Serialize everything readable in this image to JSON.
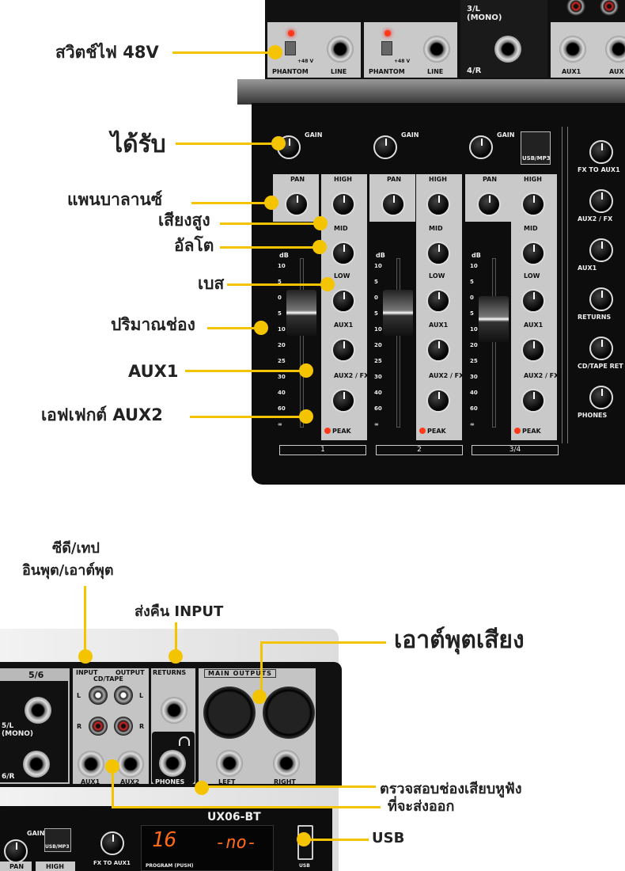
{
  "top_callouts": [
    {
      "id": "phantom",
      "text": "สวิตช์ไฟ 48V"
    },
    {
      "id": "gain",
      "text": "ได้รับ"
    },
    {
      "id": "pan",
      "text": "แพนบาลานซ์"
    },
    {
      "id": "high",
      "text": "เสียงสูง"
    },
    {
      "id": "mid",
      "text": "อัลโต"
    },
    {
      "id": "low",
      "text": "เบส"
    },
    {
      "id": "volume",
      "text": "ปริมาณช่อง"
    },
    {
      "id": "aux1",
      "text": "AUX1"
    },
    {
      "id": "aux2",
      "text": "เอฟเฟกต์ AUX2"
    }
  ],
  "bottom_callouts": {
    "cdtape_line1": "ซีดี/เทป",
    "cdtape_line2": "อินพุต/เอาต์พุต",
    "returns": "ส่งคืน INPUT",
    "main_out": "เอาต์พุตเสียง",
    "phones_line1": "ตรวจสอบช่องเสียบหูฟัง",
    "phones_line2": "ที่จะส่งออก",
    "usb": "USB"
  },
  "top_mixer": {
    "phantom_label": "PHANTOM",
    "plus48": "+48 V",
    "line": "LINE",
    "mono": "3/L\n(MONO)",
    "r4": "4/R",
    "aux1_jack": "AUX1",
    "aux_cut": "AUX",
    "gain": "GAIN",
    "pan": "PAN",
    "high": "HIGH",
    "mid": "MID",
    "low": "LOW",
    "aux1": "AUX1",
    "aux2fx": "AUX2 / FX",
    "peak": "PEAK",
    "usb_mp3": "USB/MP3",
    "db": "dB",
    "fader_scale": [
      "10",
      "5",
      "0",
      "5",
      "10",
      "20",
      "25",
      "30",
      "40",
      "60",
      "∞"
    ],
    "channels": [
      "1",
      "2",
      "3/4"
    ],
    "right_column": [
      "FX TO AUX1",
      "AUX2 / FX",
      "AUX1",
      "RETURNS",
      "CD/TAPE RET",
      "PHONES"
    ]
  },
  "bottom_mixer": {
    "ch56": "5/6",
    "mono": "5/L\n(MONO)",
    "r6": "6/R",
    "input": "INPUT",
    "output": "OUTPUT",
    "cd_tape": "CD/TAPE",
    "l": "L",
    "r": "R",
    "returns": "RETURNS",
    "main_outputs": "MAIN OUTPUTS",
    "aux1": "AUX1",
    "aux2": "AUX2",
    "phones": "PHONES",
    "left": "LEFT",
    "right": "RIGHT",
    "model": "UX06-BT",
    "display_left": "16",
    "display_right": "-no-",
    "program": "PROGRAM (PUSH)",
    "gain": "GAIN",
    "usb_mp3": "USB/MP3",
    "pan": "PAN",
    "high": "HIGH",
    "fx_to_aux1": "FX TO AUX1",
    "usb_port": "USB"
  },
  "colors": {
    "callout": "#f5c400",
    "panel": "#111111",
    "strip": "#c9c9c9",
    "led": "#ff3a1a",
    "display": "#ff6a1a"
  }
}
